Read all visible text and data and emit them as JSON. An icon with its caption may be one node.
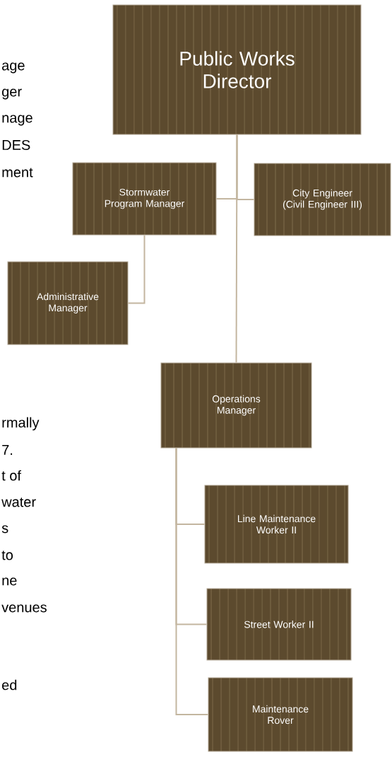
{
  "diagram": {
    "nodes": [
      {
        "text": [
          "Public Works Director"
        ]
      },
      {
        "text": [
          "Stormwater Program Manager"
        ]
      },
      {
        "text": [
          "City Engineer (Civil Engineer III)"
        ]
      },
      {
        "text": [
          "Administrative Manager"
        ]
      },
      {
        "text": [
          "Operations Manager"
        ]
      },
      {
        "text": [
          "Line Maintenance Worker II"
        ]
      },
      {
        "text": [
          "Street Worker II"
        ]
      },
      {
        "text": [
          "Maintenance Rover"
        ]
      }
    ],
    "edges": [
      {
        "from": 0,
        "to": 1,
        "arrow": "none"
      },
      {
        "from": 0,
        "to": 2,
        "arrow": "none"
      },
      {
        "from": 0,
        "to": 4,
        "arrow": "none"
      },
      {
        "from": 1,
        "to": 3,
        "arrow": "none"
      },
      {
        "from": 4,
        "to": 5,
        "arrow": "none"
      },
      {
        "from": 4,
        "to": 6,
        "arrow": "none"
      },
      {
        "from": 4,
        "to": 7,
        "arrow": "none"
      }
    ],
    "labels": [
      "age",
      "ger",
      "nage",
      "DES",
      "ment",
      "rmally",
      "7.",
      "t of",
      "water",
      "s",
      "to",
      "ne",
      "venues",
      "ed"
    ]
  }
}
